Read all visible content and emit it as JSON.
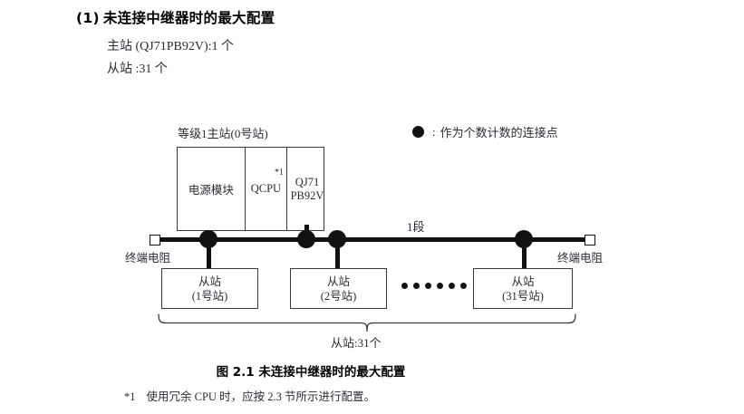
{
  "heading": {
    "number": "(1)",
    "title": "未连接中继器时的最大配置"
  },
  "specs": [
    {
      "label": "主站 (QJ71PB92V)",
      "value": ":1 个",
      "full": "主站 (QJ71PB92V):1 个"
    },
    {
      "label": "从站",
      "value": ":31 个",
      "full": "从站 :31 个"
    }
  ],
  "legend": {
    "symbol": "filled-circle",
    "colon": ":",
    "text": "作为个数计数的连接点"
  },
  "diagram": {
    "master": {
      "label": "等级1主站(0号站)",
      "cells": [
        {
          "name": "power-supply",
          "text": "电源模块"
        },
        {
          "name": "cpu",
          "text": "QCPU",
          "footnote_mark": "*1"
        },
        {
          "name": "network-module",
          "line1": "QJ71",
          "line2": "PB92V"
        }
      ]
    },
    "bus": {
      "segment_label": "1段",
      "terminator_left": "终端电阻",
      "terminator_right": "终端电阻",
      "connection_points": 4
    },
    "slaves": [
      {
        "title": "从站",
        "station": "(1号站)"
      },
      {
        "title": "从站",
        "station": "(2号站)"
      },
      {
        "title": "从站",
        "station": "(31号站)"
      }
    ],
    "ellipsis_count": 6,
    "brace_label": "从站:31个"
  },
  "caption": "图 2.1  未连接中继器时的最大配置",
  "footnote": {
    "mark": "*1",
    "text": "使用冗余 CPU 时，应按 2.3 节所示进行配置。"
  },
  "colors": {
    "ink": "#231f20",
    "line": "#111111",
    "box_border": "#3a3a3a",
    "text": "#2b2b33"
  }
}
